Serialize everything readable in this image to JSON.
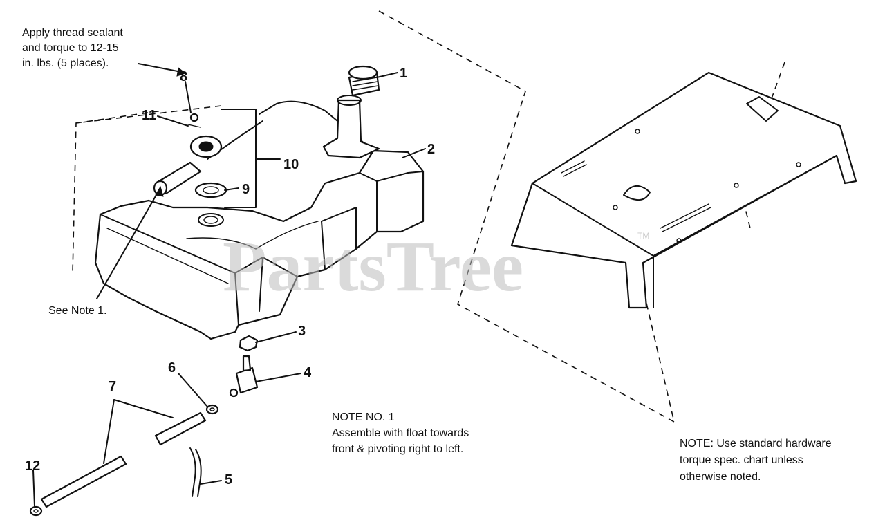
{
  "notes": {
    "thread_sealant": [
      "Apply thread sealant",
      "and torque to 12-15",
      "in. lbs. (5 places)."
    ],
    "see_note": "See Note 1.",
    "note_no_1": [
      "NOTE NO. 1",
      "Assemble with float towards",
      "front & pivoting right to left."
    ],
    "standard_hardware": [
      "NOTE: Use standard hardware",
      "torque spec. chart unless",
      "otherwise noted."
    ]
  },
  "callouts": [
    "1",
    "2",
    "3",
    "4",
    "5",
    "6",
    "7",
    "8",
    "9",
    "10",
    "11",
    "12"
  ],
  "watermark": {
    "text": "PartsTree",
    "mark": "TM"
  },
  "colors": {
    "ink": "#111111",
    "paper": "#ffffff",
    "watermark": "#bdbdbd"
  }
}
